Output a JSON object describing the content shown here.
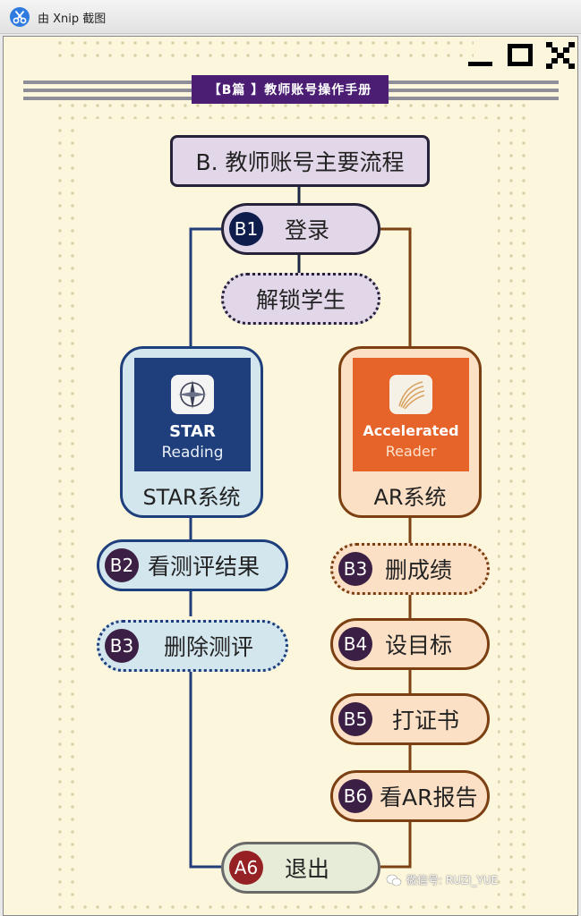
{
  "window": {
    "title": "由 Xnip 截图",
    "app_icon": "xnip-scissors-icon"
  },
  "window_controls": [
    "minimize-icon",
    "maximize-icon",
    "close-icon"
  ],
  "banner": {
    "text": "【B篇 】教师账号操作手册"
  },
  "nodes": {
    "main_flow": "B. 教师账号主要流程",
    "b1": {
      "badge": "B1",
      "label": "登录"
    },
    "unlock": "解锁学生",
    "b2": {
      "badge": "B2",
      "label": "看测评结果"
    },
    "b3_star": {
      "badge": "B3",
      "label": "删除测评"
    },
    "b3_ar": {
      "badge": "B3",
      "label": "删成绩"
    },
    "b4": {
      "badge": "B4",
      "label": "设目标"
    },
    "b5": {
      "badge": "B5",
      "label": "打证书"
    },
    "b6": {
      "badge": "B6",
      "label": "看AR报告"
    },
    "a6": {
      "badge": "A6",
      "label": "退出"
    }
  },
  "star": {
    "logo_line1": "STAR",
    "logo_line2": "Reading",
    "label": "STAR系统",
    "icon": "compass-icon"
  },
  "ar": {
    "logo_line1": "Accelerated",
    "logo_line2": "Reader",
    "label": "AR系统",
    "icon": "book-pages-icon"
  },
  "watermark": {
    "text": "微信号: RUZI_YUE",
    "icon": "wechat-icon"
  },
  "colors": {
    "background": "#fcf6dc",
    "banner": "#4b1e74",
    "star_blue": "#1f3f7c",
    "ar_brown": "#7b3f12",
    "star_fill": "#d3e6ee",
    "ar_fill": "#fbe0c5",
    "node_purple_fill": "#e1d7e8",
    "exit_fill": "#e6ecd8"
  }
}
